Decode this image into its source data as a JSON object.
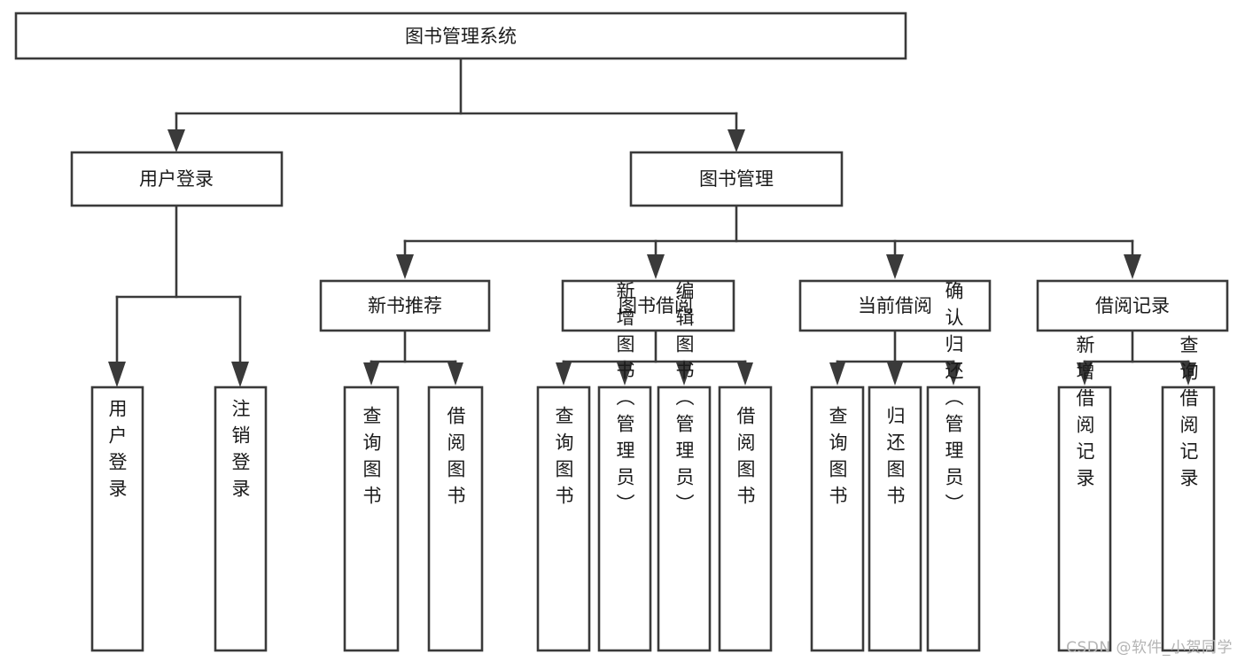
{
  "diagram": {
    "title": "图书管理系统",
    "type": "tree-hierarchy-chart",
    "watermark": "CSDN @软件_小贺同学",
    "root": {
      "label": "图书管理系统"
    },
    "level2": [
      {
        "label": "用户登录"
      },
      {
        "label": "图书管理"
      }
    ],
    "level3": [
      {
        "label": "新书推荐"
      },
      {
        "label": "图书借阅"
      },
      {
        "label": "当前借阅"
      },
      {
        "label": "借阅记录"
      }
    ],
    "leaves": {
      "user_login": [
        {
          "label": "用户登录"
        },
        {
          "label": "注销登录"
        }
      ],
      "new_book_recommend": [
        {
          "label": "查询图书"
        },
        {
          "label": "借阅图书"
        }
      ],
      "book_borrow": [
        {
          "label": "查询图书"
        },
        {
          "label": "新增图书（管理员）"
        },
        {
          "label": "编辑图书（管理员）"
        },
        {
          "label": "借阅图书"
        }
      ],
      "current_borrow": [
        {
          "label": "查询图书"
        },
        {
          "label": "归还图书"
        },
        {
          "label": "确认归还（管理员）"
        }
      ],
      "borrow_record": [
        {
          "label": "新增借阅记录"
        },
        {
          "label": "查询借阅记录"
        }
      ]
    },
    "colors": {
      "stroke": "#3a3a3a",
      "fill": "#ffffff",
      "text": "#1a1a1a",
      "watermark": "#b4b4b4"
    }
  }
}
